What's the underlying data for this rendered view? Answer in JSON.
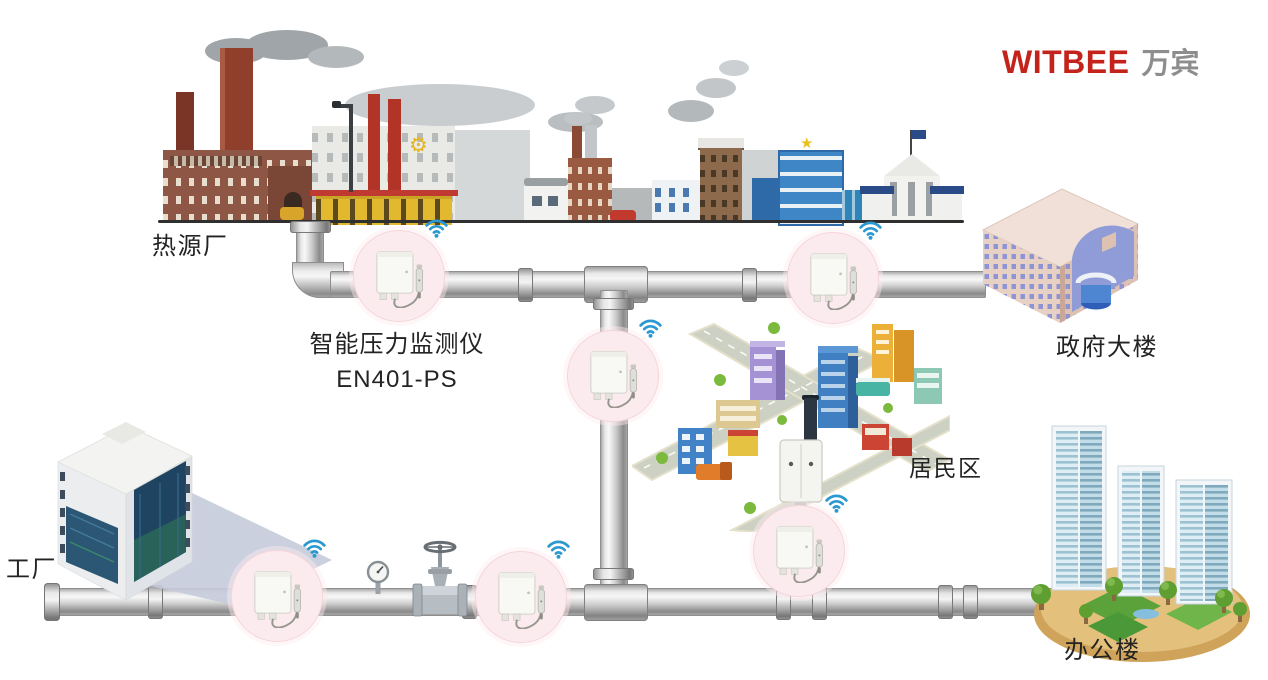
{
  "logo": {
    "brand": "WITBEE",
    "suffix": "万宾"
  },
  "labels": {
    "heat_plant": "热源厂",
    "device_name": "智能压力监测仪",
    "device_model": "EN401-PS",
    "government": "政府大楼",
    "residential": "居民区",
    "factory": "工厂",
    "office": "办公楼"
  },
  "icons": {
    "gear": "⚙",
    "star": "★",
    "wifi": "wifi-icon"
  },
  "colors": {
    "brand_red": "#c4231b",
    "brand_gray": "#8d8d8d",
    "wifi_blue": "#2b99d0",
    "sensor_circle_pink": "#fcebee",
    "pipe_gray": "#c9c9c9"
  },
  "sensor_nodes": {
    "count": 6
  }
}
